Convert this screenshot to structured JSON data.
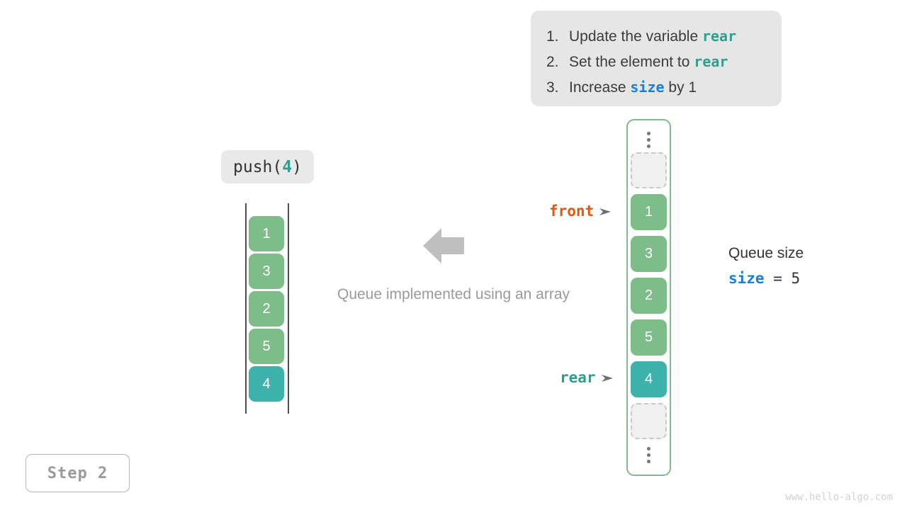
{
  "instructions": {
    "items": [
      {
        "num": "1.",
        "before": "Update the variable ",
        "keyword": "rear",
        "keyword_color": "teal",
        "after": ""
      },
      {
        "num": "2.",
        "before": "Set the element to ",
        "keyword": "rear",
        "keyword_color": "teal",
        "after": ""
      },
      {
        "num": "3.",
        "before": "Increase ",
        "keyword": "size",
        "keyword_color": "blue",
        "after": " by 1"
      }
    ]
  },
  "operation": {
    "name": "push(",
    "arg": "4",
    "close": ")"
  },
  "left_array": {
    "cells": [
      {
        "value": "1",
        "style": "green"
      },
      {
        "value": "3",
        "style": "green"
      },
      {
        "value": "2",
        "style": "green"
      },
      {
        "value": "5",
        "style": "green"
      },
      {
        "value": "4",
        "style": "teal"
      }
    ]
  },
  "middle": {
    "arrow_icon": "arrow-left-icon",
    "caption": "Queue implemented using an array"
  },
  "queue": {
    "top_ellipsis_icon": "vertical-ellipsis-icon",
    "bottom_ellipsis_icon": "vertical-ellipsis-icon",
    "cells": [
      {
        "value": "",
        "style": "empty"
      },
      {
        "value": "1",
        "style": "green"
      },
      {
        "value": "3",
        "style": "green"
      },
      {
        "value": "2",
        "style": "green"
      },
      {
        "value": "5",
        "style": "green"
      },
      {
        "value": "4",
        "style": "teal"
      },
      {
        "value": "",
        "style": "empty"
      }
    ]
  },
  "pointers": {
    "front": {
      "label": "front",
      "arrow_icon": "arrow-right-icon",
      "color": "#e8540c"
    },
    "rear": {
      "label": "rear",
      "arrow_icon": "arrow-right-icon",
      "color": "#2e9e8f"
    }
  },
  "queue_size": {
    "title": "Queue size",
    "var": "size",
    "expr": " = 5"
  },
  "step": {
    "label": "Step 2"
  },
  "watermark": {
    "text": "www.hello-algo.com"
  },
  "colors": {
    "green": "#7ebc89",
    "teal": "#3db1ac",
    "orange": "#e8540c",
    "blue": "#1c7fd4",
    "chip_bg": "#e9e9e9",
    "instruction_bg": "#e6e6e6",
    "caption_gray": "#9a9a9a"
  }
}
